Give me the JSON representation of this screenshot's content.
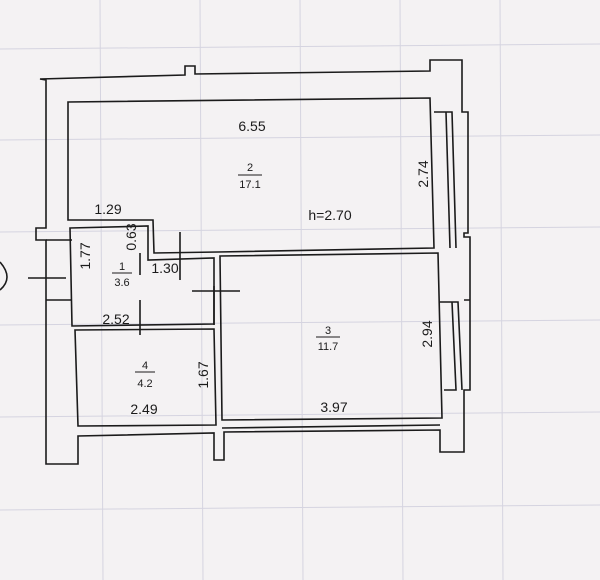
{
  "rooms": [
    {
      "number": "1",
      "area": "3.6"
    },
    {
      "number": "2",
      "area": "17.1"
    },
    {
      "number": "3",
      "area": "11.7"
    },
    {
      "number": "4",
      "area": "4.2"
    }
  ],
  "dimensions": {
    "top_width": "6.55",
    "right_room2": "2.74",
    "hall_top": "1.29",
    "hall_small": "0.63",
    "hall_left": "1.77",
    "hall_bottom": "1.30",
    "bath_top": "2.52",
    "bath_bottom": "2.49",
    "bath_right": "1.67",
    "room3_bottom": "3.97",
    "room3_right": "2.94"
  },
  "ceiling_height": "h=2.70",
  "colors": {
    "paper": "#f4f2f3",
    "grid": "#d5d4e0",
    "ink": "#1b1b1b"
  }
}
